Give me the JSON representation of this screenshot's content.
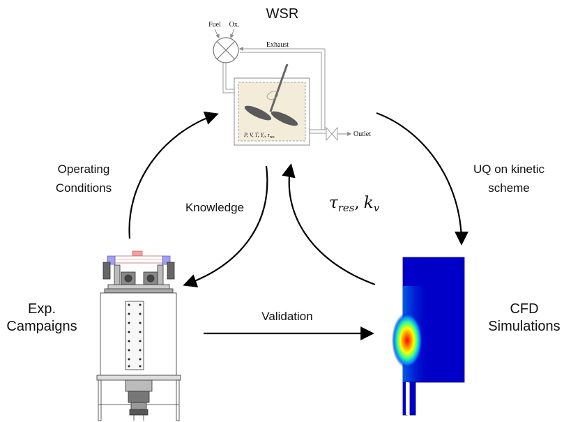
{
  "nodes": {
    "wsr": {
      "title": "WSR"
    },
    "exp": {
      "line1": "Exp.",
      "line2": "Campaigns"
    },
    "cfd": {
      "line1": "CFD",
      "line2": "Simulations"
    }
  },
  "edges": {
    "operating": {
      "line1": "Operating",
      "line2": "Conditions"
    },
    "uq": {
      "line1": "UQ on kinetic",
      "line2": "scheme"
    },
    "knowledge": {
      "label": "Knowledge"
    },
    "validation": {
      "label": "Validation"
    },
    "params": {
      "tau": "τ",
      "tau_sub": "res",
      "sep": ",",
      "k": "k",
      "k_sub": "v"
    }
  },
  "reactor": {
    "fuel": "Fuel",
    "ox": "Ox.",
    "exhaust": "Exhaust",
    "outlet": "Outlet",
    "state_vars": "P, V, T, Y",
    "state_sub": "i",
    "tau": "τ",
    "tau_sub": "res"
  },
  "colors": {
    "reactor_fill": "#f3ecd9",
    "pipe": "#9a9a9a",
    "arrow": "#000000",
    "cfd_background": "#0000c8",
    "cfd_hot": "#ff0000",
    "frame_pink": "#f4a0a0",
    "frame_blue": "#a0a0f0"
  }
}
